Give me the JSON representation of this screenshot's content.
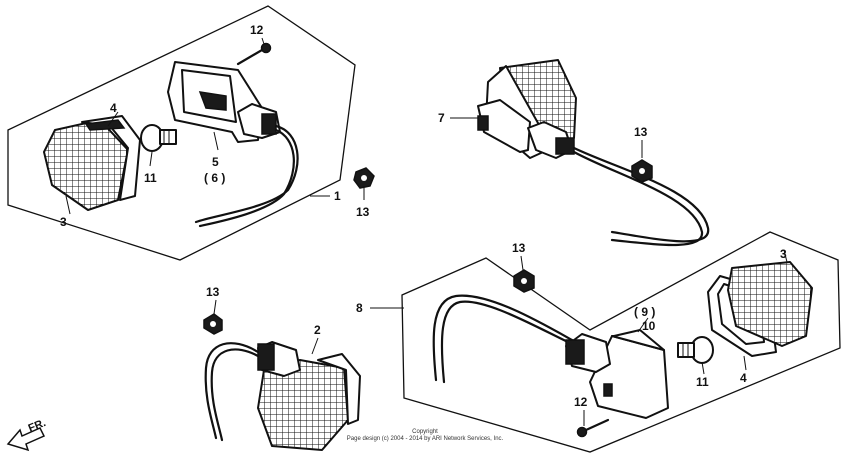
{
  "diagram": {
    "callouts": [
      {
        "id": "c-12-top",
        "text": "12"
      },
      {
        "id": "c-4-left",
        "text": "4"
      },
      {
        "id": "c-5",
        "text": "5"
      },
      {
        "id": "c-6",
        "text": "( 6 )"
      },
      {
        "id": "c-11-left",
        "text": "11"
      },
      {
        "id": "c-3-left",
        "text": "3"
      },
      {
        "id": "c-1",
        "text": "1"
      },
      {
        "id": "c-13-mid",
        "text": "13"
      },
      {
        "id": "c-7",
        "text": "7"
      },
      {
        "id": "c-13-top-right",
        "text": "13"
      },
      {
        "id": "c-13-center",
        "text": "13"
      },
      {
        "id": "c-3-right",
        "text": "3"
      },
      {
        "id": "c-8",
        "text": "8"
      },
      {
        "id": "c-9",
        "text": "( 9 )"
      },
      {
        "id": "c-10",
        "text": "10"
      },
      {
        "id": "c-13-bottom-left",
        "text": "13"
      },
      {
        "id": "c-2",
        "text": "2"
      },
      {
        "id": "c-11-right",
        "text": "11"
      },
      {
        "id": "c-4-right",
        "text": "4"
      },
      {
        "id": "c-12-bottom",
        "text": "12"
      }
    ],
    "direction_label": "FR.",
    "copyright_line1": "Copyright",
    "copyright_line2": "Page design (c) 2004 - 2014 by ARI Network Services, Inc."
  }
}
